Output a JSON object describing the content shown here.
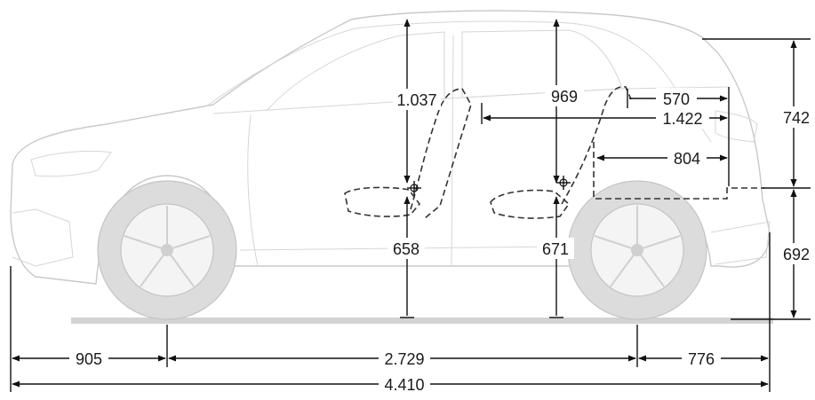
{
  "dimensions": {
    "front_overhang": "905",
    "wheelbase": "2.729",
    "rear_overhang": "776",
    "overall_length": "4.410",
    "front_headroom": "1.037",
    "rear_headroom": "969",
    "front_seat_height": "658",
    "rear_seat_height": "671",
    "rear_legroom_to_tailgate": "570",
    "front_seat_to_tailgate": "1.422",
    "cargo_length": "804",
    "tailgate_opening_height": "742",
    "loading_sill_height": "692"
  },
  "colors": {
    "vehicle_outline": "#c9c9c9",
    "tire_fill": "#dcdcdc",
    "dimension_lines": "#111111",
    "seat_outline": "#333333"
  }
}
